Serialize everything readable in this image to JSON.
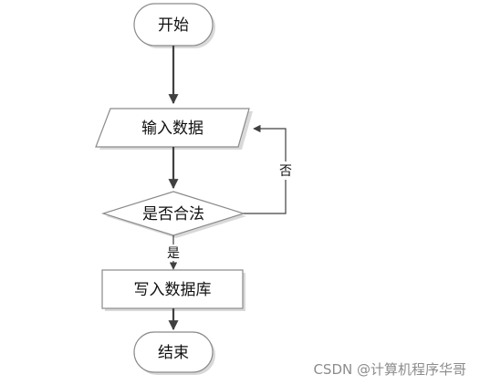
{
  "flowchart": {
    "start": "开始",
    "input": "输入数据",
    "decision": "是否合法",
    "write": "写入数据库",
    "end": "结束"
  },
  "edges": {
    "yes": "是",
    "no": "否"
  },
  "watermark": "CSDN @计算机程序华哥"
}
